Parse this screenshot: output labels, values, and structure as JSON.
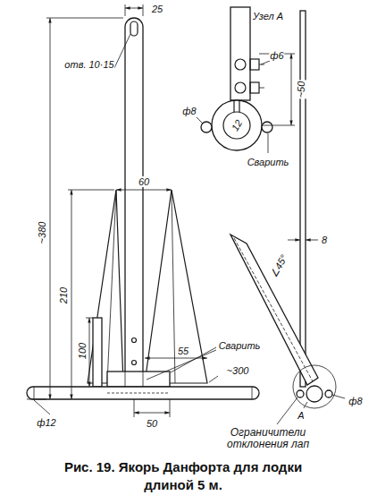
{
  "diagram": {
    "caption": "Рис. 19. Якорь Данфорта для лодки длиной 5 м.",
    "labels": [
      "Узел А",
      "25",
      "отв. 10·15",
      "~380",
      "60",
      "210",
      "100",
      "55",
      "Сварить",
      "~300",
      "50",
      "ф12",
      "ф6",
      "ф8",
      "12",
      "~50",
      "Сварить",
      "8",
      "∠45°",
      "А",
      "ф8",
      "Ограничители отклонения лап"
    ]
  }
}
